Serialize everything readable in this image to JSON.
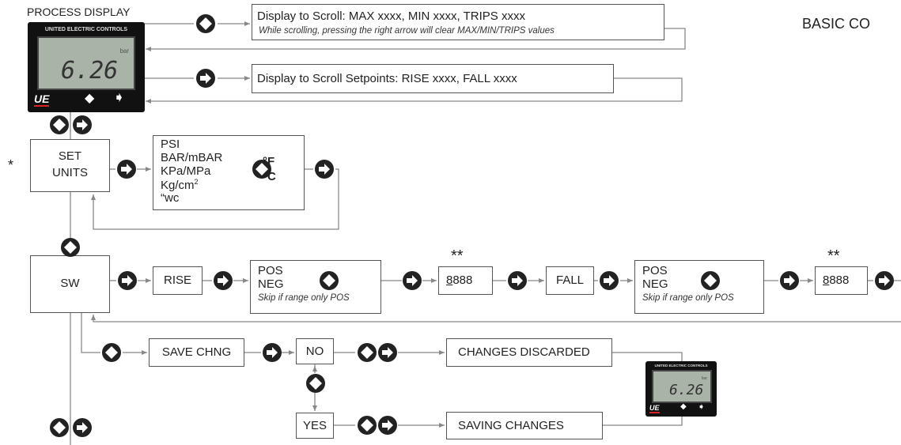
{
  "header": {
    "process_display_label": "PROCESS DISPLAY",
    "corner_title": "BASIC CO"
  },
  "device": {
    "brand": "UNITED ELECTRIC CONTROLS",
    "reading": "6.26",
    "unit": "bar",
    "logo": "UE",
    "up_down_icon": "up-down-arrows-icon",
    "right_icon": "right-arrow-icon"
  },
  "scroll_boxes": {
    "max_line1": "Display to Scroll: MAX xxxx, MIN xxxx, TRIPS xxxx",
    "max_line2": "While scrolling, pressing the right arrow will clear MAX/MIN/TRIPS values",
    "setpoints": "Display to Scroll Setpoints:  RISE xxxx, FALL xxxx"
  },
  "units": {
    "marker": "*",
    "set_label": "SET",
    "units_label": "UNITS",
    "options": [
      "PSI",
      "BAR/mBAR",
      "KPa/MPa",
      "Kg/cm",
      "“wc"
    ],
    "kg_superscript": "2",
    "temp_f": "°F",
    "temp_c": "°C"
  },
  "sw_row": {
    "sw_label": "SW",
    "rise_label": "RISE",
    "fall_label": "FALL",
    "pos_label": "POS",
    "neg_label": "NEG",
    "skip_note": "Skip if range only POS",
    "double_star": "**",
    "value_first_digit": "8",
    "value_rest": "888"
  },
  "save_row": {
    "save_chng": "SAVE CHNG",
    "no": "NO",
    "yes": "YES",
    "changes_discarded": "CHANGES DISCARDED",
    "saving_changes": "SAVING CHANGES"
  },
  "colors": {
    "line": "#888888",
    "box_border": "#555555",
    "button_fill": "#222222",
    "device_body": "#111111",
    "lcd": "#a9b3a8",
    "logo_underline": "#dd2222"
  }
}
